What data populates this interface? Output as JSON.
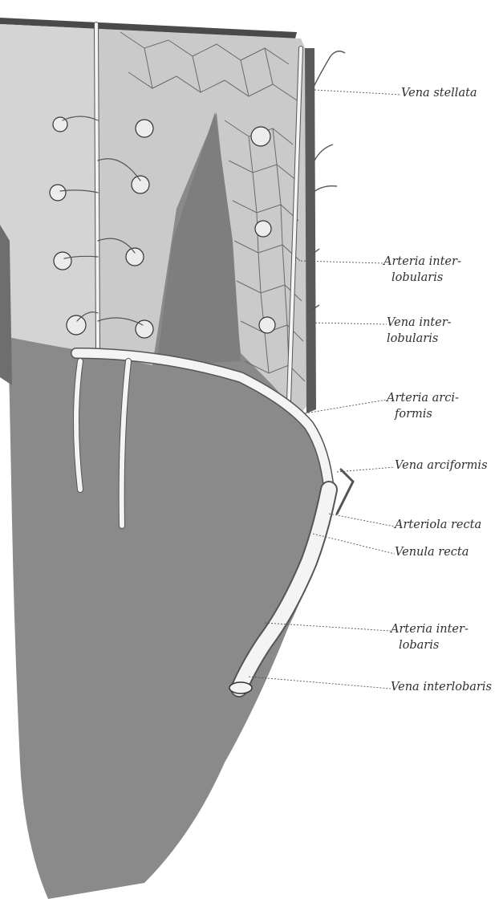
{
  "labels": {
    "vena_stellata": "Vena stellata",
    "arteria_interlobularis_1": "Arteria inter-",
    "arteria_interlobularis_2": "lobularis",
    "vena_interlobularis_1": "Vena inter-",
    "vena_interlobularis_2": "lobularis",
    "arteria_arciformis_1": "Arteria arci-",
    "arteria_arciformis_2": "formis",
    "vena_arciformis": "Vena arciformis",
    "arteriola_recta": "Arteriola recta",
    "venula_recta": "Venula recta",
    "arteria_interlobaris_1": "Arteria inter-",
    "arteria_interlobaris_2": "lobaris",
    "vena_interlobaris": "Vena interlobaris"
  },
  "colors": {
    "medulla": "#8a8a8a",
    "cortex": "#c9c9c9",
    "vessel": "#f4f4f4",
    "vessel_outline": "#5a5a5a",
    "leader": "#555555",
    "capsule": "#4a4a4a"
  }
}
